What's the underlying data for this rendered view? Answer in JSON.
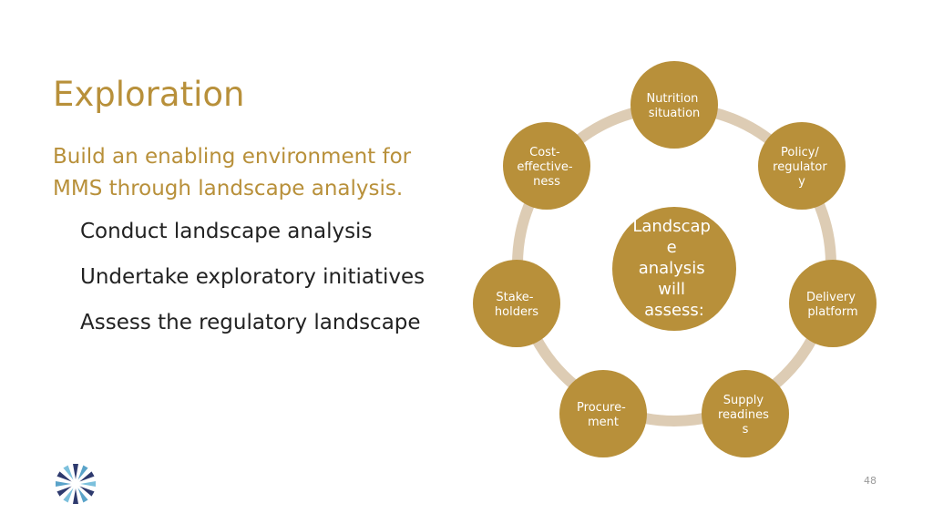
{
  "slide": {
    "title": "Exploration",
    "subtitle": "Build an enabling environment for MMS through landscape analysis.",
    "bullets": [
      "Conduct landscape analysis",
      "Undertake exploratory initiatives",
      "Assess the regulatory landscape"
    ],
    "page_number": "48"
  },
  "diagram": {
    "center_lines": [
      "Landscap",
      "e",
      "analysis",
      "will",
      "assess:"
    ],
    "nodes": [
      {
        "name": "nutrition-situation",
        "lines": [
          "Nutrition",
          "situation"
        ]
      },
      {
        "name": "policy-regulatory",
        "lines": [
          "Policy/",
          "regulator",
          "y"
        ]
      },
      {
        "name": "delivery-platform",
        "lines": [
          "Delivery",
          "platform"
        ]
      },
      {
        "name": "supply-readiness",
        "lines": [
          "Supply",
          "readines",
          "s"
        ]
      },
      {
        "name": "procurement",
        "lines": [
          "Procure-",
          "ment"
        ]
      },
      {
        "name": "stakeholders",
        "lines": [
          "Stake-",
          "holders"
        ]
      },
      {
        "name": "cost-effectiveness",
        "lines": [
          "Cost-",
          "effective-",
          "ness"
        ]
      }
    ]
  },
  "colors": {
    "accent_gold": "#b8903a",
    "ring_beige": "#ddccb4",
    "body_text": "#222222"
  },
  "logo": {
    "icon": "starburst-logo-icon"
  }
}
